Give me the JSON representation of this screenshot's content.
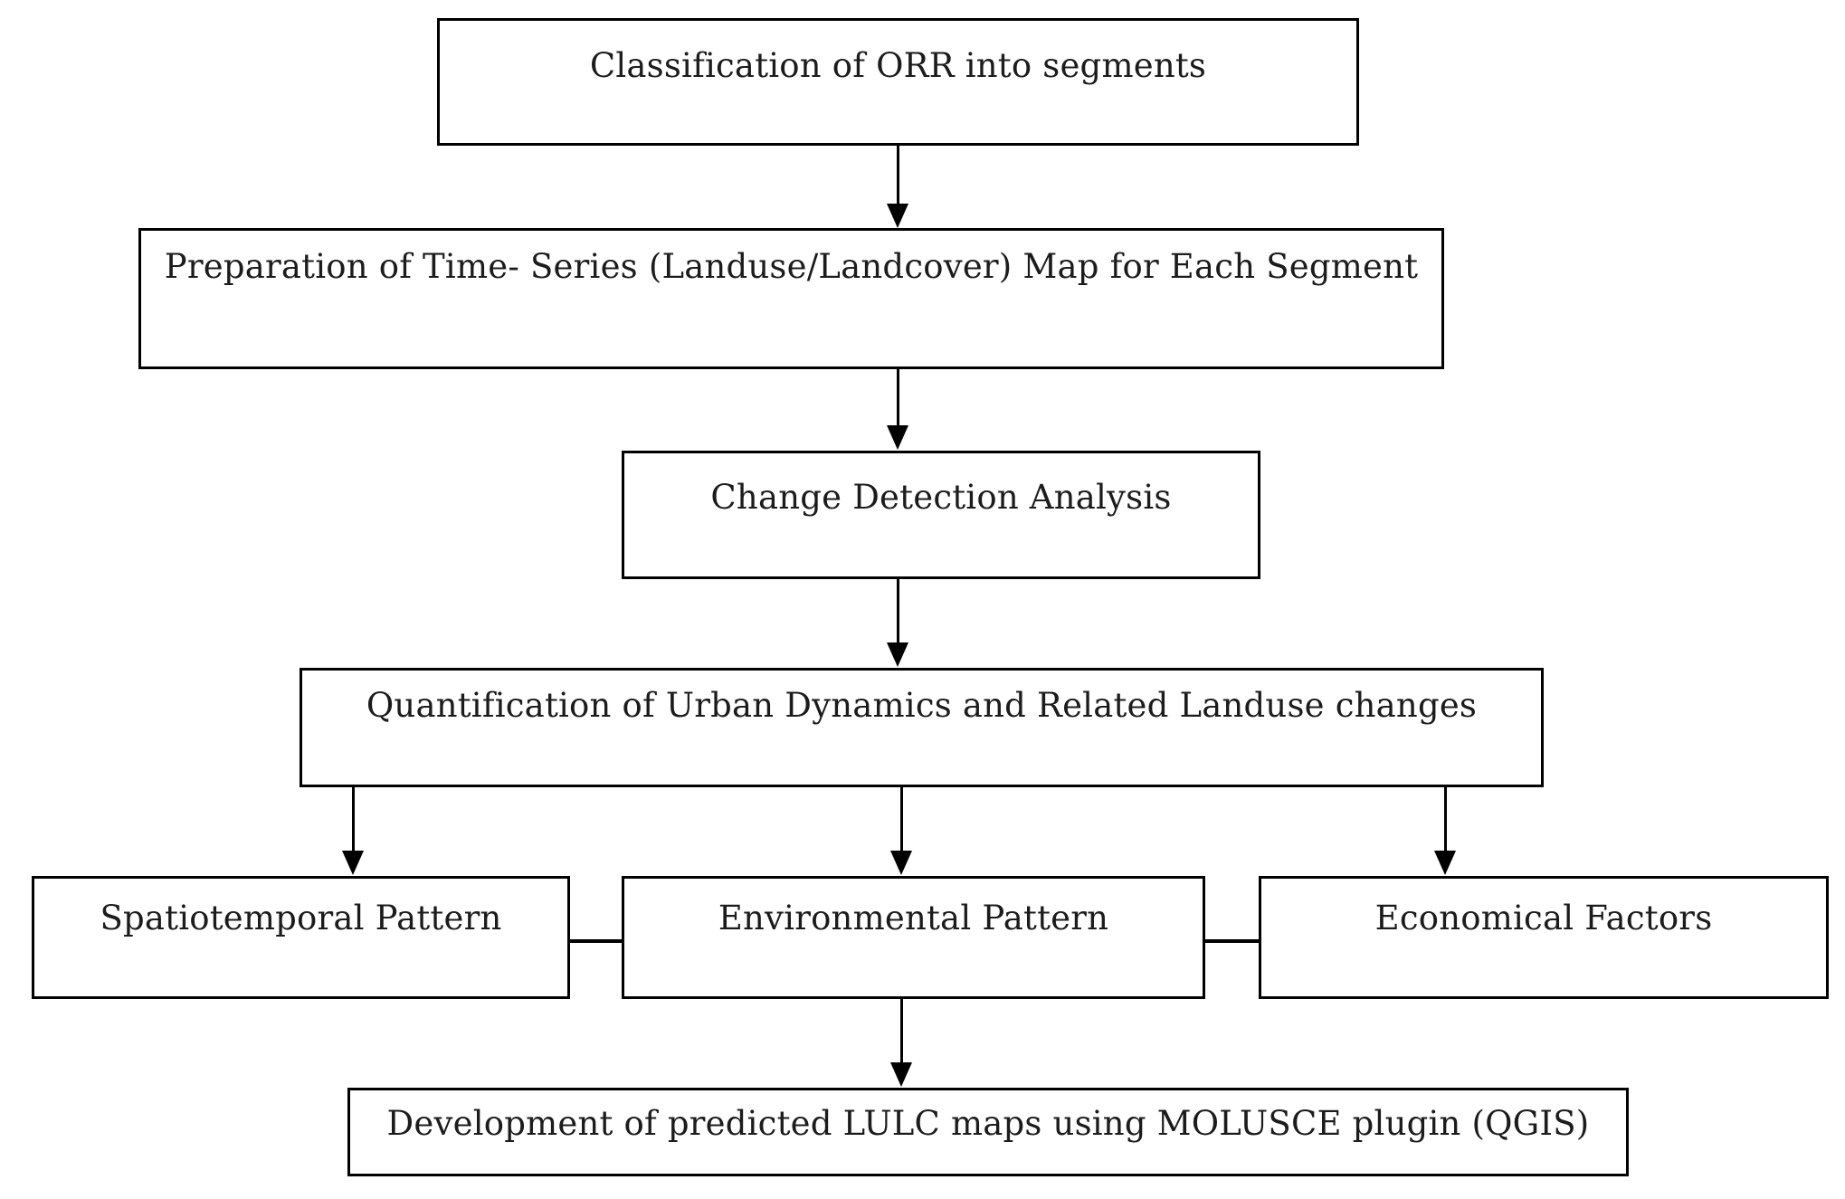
{
  "diagram": {
    "type": "flowchart",
    "colors": {
      "background": "#ffffff",
      "box_border": "#000000",
      "box_fill": "#ffffff",
      "text": "#1c1c1c",
      "arrow": "#000000"
    },
    "nodes": {
      "classification": {
        "label": "Classification of ORR into segments"
      },
      "preparation": {
        "label": "Preparation of Time- Series (Landuse/Landcover) Map for Each Segment"
      },
      "change_detection": {
        "label": "Change Detection Analysis"
      },
      "quantification": {
        "label": "Quantification of Urban Dynamics and Related Landuse changes"
      },
      "spatiotemporal": {
        "label": "Spatiotemporal Pattern"
      },
      "environmental": {
        "label": "Environmental Pattern"
      },
      "economical": {
        "label": "Economical Factors"
      },
      "development": {
        "label": "Development of predicted LULC maps using MOLUSCE plugin (QGIS)"
      }
    },
    "edges": [
      {
        "from": "classification",
        "to": "preparation",
        "type": "arrow"
      },
      {
        "from": "preparation",
        "to": "change_detection",
        "type": "arrow"
      },
      {
        "from": "change_detection",
        "to": "quantification",
        "type": "arrow"
      },
      {
        "from": "quantification",
        "to": "spatiotemporal",
        "type": "arrow"
      },
      {
        "from": "quantification",
        "to": "environmental",
        "type": "arrow"
      },
      {
        "from": "quantification",
        "to": "economical",
        "type": "arrow"
      },
      {
        "from": "spatiotemporal",
        "to": "environmental",
        "type": "line"
      },
      {
        "from": "environmental",
        "to": "economical",
        "type": "line"
      },
      {
        "from": "environmental",
        "to": "development",
        "type": "arrow"
      }
    ]
  }
}
